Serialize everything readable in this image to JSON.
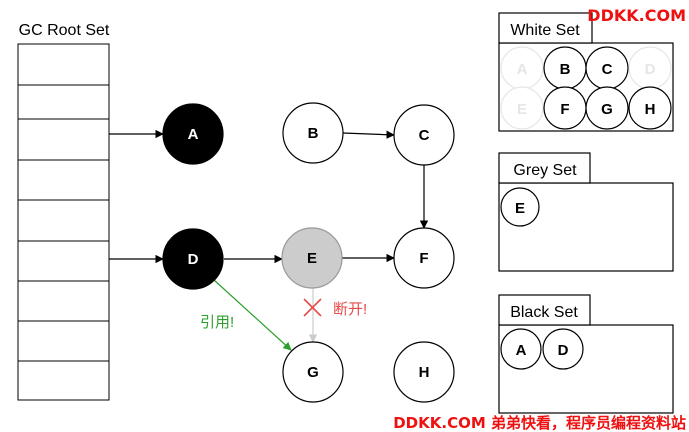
{
  "gc_root_set": {
    "title": "GC Root Set",
    "slot_count": 9
  },
  "heap_nodes": {
    "A": {
      "label": "A",
      "fill": "#000000",
      "text_color": "#ffffff"
    },
    "B": {
      "label": "B",
      "fill": "#ffffff",
      "text_color": "#000000"
    },
    "C": {
      "label": "C",
      "fill": "#ffffff",
      "text_color": "#000000"
    },
    "D": {
      "label": "D",
      "fill": "#000000",
      "text_color": "#ffffff"
    },
    "E": {
      "label": "E",
      "fill": "#cccccc",
      "text_color": "#000000"
    },
    "F": {
      "label": "F",
      "fill": "#ffffff",
      "text_color": "#000000"
    },
    "G": {
      "label": "G",
      "fill": "#ffffff",
      "text_color": "#000000"
    },
    "H": {
      "label": "H",
      "fill": "#ffffff",
      "text_color": "#000000"
    }
  },
  "edges": {
    "reference_label": "引用!",
    "reference_color": "#2ca02c",
    "break_label": "断开!",
    "break_color": "#e74c4c",
    "broken_edge_color": "#cccccc"
  },
  "sets": {
    "white": {
      "title": "White Set",
      "items": [
        {
          "label": "A",
          "faded": true
        },
        {
          "label": "B",
          "faded": false
        },
        {
          "label": "C",
          "faded": false
        },
        {
          "label": "D",
          "faded": true
        },
        {
          "label": "E",
          "faded": true
        },
        {
          "label": "F",
          "faded": false
        },
        {
          "label": "G",
          "faded": false
        },
        {
          "label": "H",
          "faded": false
        }
      ]
    },
    "grey": {
      "title": "Grey Set",
      "items": [
        {
          "label": "E",
          "faded": false
        }
      ]
    },
    "black": {
      "title": "Black Set",
      "items": [
        {
          "label": "A",
          "faded": false
        },
        {
          "label": "D",
          "faded": false
        }
      ]
    }
  },
  "watermarks": {
    "top_right": "DDKK.COM",
    "bottom": "DDKK.COM 弟弟快看，程序员编程资料站",
    "color": "#ee1111"
  }
}
